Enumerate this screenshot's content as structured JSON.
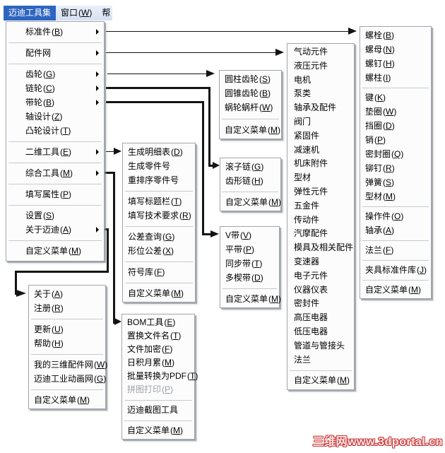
{
  "colors": {
    "selection_blue": "#2e65c0",
    "watermark_red": "#c63333"
  },
  "menubar": {
    "tabs": [
      {
        "label": "迈迪工具集",
        "selected": true
      },
      {
        "label": "窗口",
        "accel": "W"
      },
      {
        "label": "帮"
      }
    ]
  },
  "panels": [
    {
      "name": "main-menu",
      "items": [
        {
          "label": "标准件",
          "accel": "B",
          "arrow": true
        },
        {
          "sep": true
        },
        {
          "label": "配件网",
          "arrow": true
        },
        {
          "sep": true
        },
        {
          "label": "齿轮",
          "accel": "G",
          "arrow": true
        },
        {
          "label": "链轮",
          "accel": "C",
          "arrow": true
        },
        {
          "label": "带轮",
          "accel": "B",
          "arrow": true
        },
        {
          "label": "轴设计",
          "accel": "Z"
        },
        {
          "label": "凸轮设计",
          "accel": "T"
        },
        {
          "sep": true
        },
        {
          "label": "二维工具",
          "accel": "E",
          "arrow": true
        },
        {
          "sep": true
        },
        {
          "label": "综合工具",
          "accel": "M",
          "arrow": true
        },
        {
          "sep": true
        },
        {
          "label": "填写属性",
          "accel": "P"
        },
        {
          "sep": true
        },
        {
          "label": "设置",
          "accel": "S"
        },
        {
          "label": "关于迈迪",
          "accel": "A",
          "arrow": true
        },
        {
          "sep": true
        },
        {
          "label": "自定义菜单",
          "accel": "M"
        }
      ]
    },
    {
      "name": "about-menu",
      "items": [
        {
          "label": "关于",
          "accel": "A"
        },
        {
          "label": "注册",
          "accel": "R"
        },
        {
          "sep": true
        },
        {
          "label": "更新",
          "accel": "U"
        },
        {
          "label": "帮助",
          "accel": "H"
        },
        {
          "sep": true
        },
        {
          "label": "我的三维配件网",
          "accel": "W"
        },
        {
          "label": "迈迪工业动画网",
          "accel": "G"
        },
        {
          "sep": true
        },
        {
          "label": "自定义菜单",
          "accel": "M"
        }
      ]
    },
    {
      "name": "tools-2d-menu",
      "items": [
        {
          "label": "生成明细表",
          "accel": "D"
        },
        {
          "label": "生成零件号"
        },
        {
          "label": "重排序零件号"
        },
        {
          "sep": true
        },
        {
          "label": "填写标题栏",
          "accel": "T"
        },
        {
          "label": "填写技术要求",
          "accel": "R"
        },
        {
          "sep": true
        },
        {
          "label": "公差查询",
          "accel": "G"
        },
        {
          "label": "形位公差",
          "accel": "X"
        },
        {
          "sep": true
        },
        {
          "label": "符号库",
          "accel": "F"
        },
        {
          "sep": true
        },
        {
          "label": "自定义菜单",
          "accel": "M"
        }
      ]
    },
    {
      "name": "misc-tools-menu",
      "items": [
        {
          "label": "BOM工具",
          "accel": "E"
        },
        {
          "label": "置换文件名",
          "accel": "T"
        },
        {
          "label": "文件加密",
          "accel": "F"
        },
        {
          "label": "日积月累",
          "accel": "M"
        },
        {
          "label": "批量转换为PDF",
          "accel": "T"
        },
        {
          "label": "拼图打印",
          "accel": "P",
          "disabled": true
        },
        {
          "sep": true
        },
        {
          "label": "迈迪截图工具"
        },
        {
          "sep": true
        },
        {
          "label": "自定义菜单",
          "accel": "M"
        }
      ]
    },
    {
      "name": "gear-menu",
      "items": [
        {
          "label": "圆柱齿轮",
          "accel": "S"
        },
        {
          "label": "圆锥齿轮",
          "accel": "B"
        },
        {
          "label": "蜗轮蜗杆",
          "accel": "W"
        },
        {
          "sep": true
        },
        {
          "label": "自定义菜单",
          "accel": "M"
        }
      ]
    },
    {
      "name": "chain-menu",
      "items": [
        {
          "label": "滚子链",
          "accel": "G"
        },
        {
          "label": "齿形链",
          "accel": "H"
        },
        {
          "sep": true
        },
        {
          "label": "自定义菜单",
          "accel": "M"
        }
      ]
    },
    {
      "name": "belt-menu",
      "items": [
        {
          "label": "V带",
          "accel": "V"
        },
        {
          "label": "平带",
          "accel": "P"
        },
        {
          "label": "同步带",
          "accel": "T"
        },
        {
          "label": "多楔带",
          "accel": "D"
        },
        {
          "sep": true
        },
        {
          "label": "自定义菜单",
          "accel": "M"
        }
      ]
    },
    {
      "name": "parts-net-menu",
      "items": [
        {
          "label": "气动元件"
        },
        {
          "label": "液压元件"
        },
        {
          "label": "电机"
        },
        {
          "label": "泵类"
        },
        {
          "label": "轴承及配件"
        },
        {
          "label": "阀门"
        },
        {
          "label": "紧固件"
        },
        {
          "label": "减速机"
        },
        {
          "label": "机床附件"
        },
        {
          "label": "型材"
        },
        {
          "label": "弹性元件"
        },
        {
          "label": "五金件"
        },
        {
          "label": "传动件"
        },
        {
          "label": "汽摩配件"
        },
        {
          "label": "模具及相关配件"
        },
        {
          "label": "变速器"
        },
        {
          "label": "电子元件"
        },
        {
          "label": "仪器仪表"
        },
        {
          "label": "密封件"
        },
        {
          "label": "高压电器"
        },
        {
          "label": "低压电器"
        },
        {
          "label": "管道与管接头"
        },
        {
          "label": "法兰"
        },
        {
          "sep": true
        },
        {
          "label": "自定义菜单",
          "accel": "M"
        }
      ]
    },
    {
      "name": "std-parts-menu",
      "items": [
        {
          "label": "螺栓",
          "accel": "B"
        },
        {
          "label": "螺母",
          "accel": "N"
        },
        {
          "label": "螺钉",
          "accel": "H"
        },
        {
          "label": "螺柱",
          "accel": "I"
        },
        {
          "sep": true
        },
        {
          "label": "键",
          "accel": "K"
        },
        {
          "label": "垫圈",
          "accel": "W"
        },
        {
          "label": "挡圈",
          "accel": "D"
        },
        {
          "label": "销",
          "accel": "P"
        },
        {
          "label": "密封圈",
          "accel": "Q"
        },
        {
          "label": "铆钉",
          "accel": "R"
        },
        {
          "label": "弹簧",
          "accel": "S"
        },
        {
          "label": "型材",
          "accel": "M"
        },
        {
          "sep": true
        },
        {
          "label": "操作件",
          "accel": "O"
        },
        {
          "label": "轴承",
          "accel": "A"
        },
        {
          "sep": true
        },
        {
          "label": "法兰",
          "accel": "F"
        },
        {
          "sep": true
        },
        {
          "label": "夹具标准件库",
          "accel": "J"
        },
        {
          "sep": true
        },
        {
          "label": "自定义菜单",
          "accel": "M"
        }
      ]
    }
  ],
  "watermark": {
    "text": "三维网www.3dportal.cn"
  }
}
